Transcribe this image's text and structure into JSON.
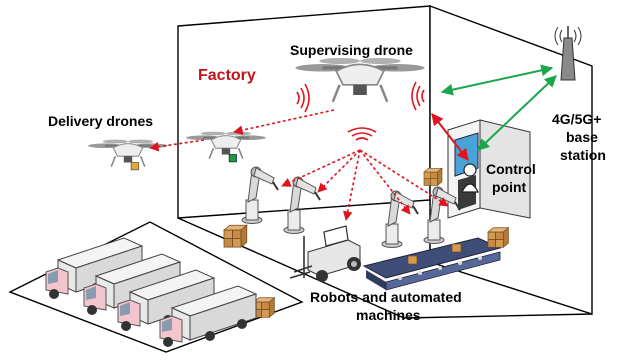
{
  "labels": {
    "factory": "Factory",
    "supervising_drone": "Supervising drone",
    "delivery_drones": "Delivery drones",
    "control_point_line1": "Control",
    "control_point_line2": "point",
    "base_station_line1": "4G/5G+",
    "base_station_line2": "base",
    "base_station_line3": "station",
    "robots_line1": "Robots and automated",
    "robots_line2": "machines"
  },
  "colors": {
    "link_red": "#e0141e",
    "link_green": "#1aa64a",
    "truck_cab": "#f2c6cc",
    "wall_line": "#000000"
  },
  "icons": {
    "drone": "quadcopter-drone-icon",
    "truck": "truck-icon",
    "robot_arm": "robot-arm-icon",
    "antenna": "cell-tower-icon",
    "operator": "operator-at-desk-icon",
    "boxes": "box-stack-icon",
    "forklift": "forklift-icon",
    "conveyor": "conveyor-belt-icon"
  }
}
